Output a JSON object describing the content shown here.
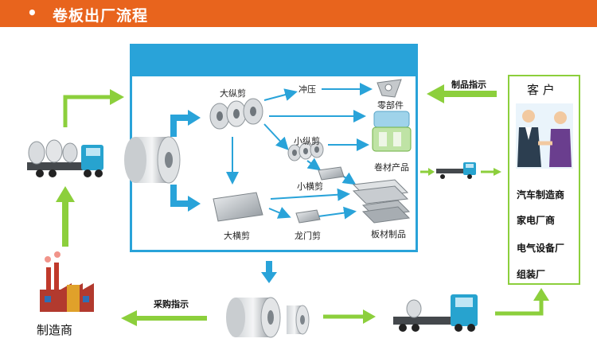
{
  "header": {
    "bullet": "•",
    "title": "卷板出厂流程"
  },
  "process": {
    "big_slitting": "大纵剪",
    "stamping": "冲压",
    "parts": "零部件",
    "small_slitting": "小纵剪",
    "coil_products": "卷材产品",
    "small_cross_cut": "小横剪",
    "big_cross_cut": "大横剪",
    "gantry_shear": "龙门剪",
    "sheet_products": "板材制品"
  },
  "flow": {
    "product_instruction": "制品指示",
    "purchase_instruction": "采购指示",
    "manufacturer": "制造商"
  },
  "customer": {
    "title": "客 户",
    "types": [
      "汽车制造商",
      "家电厂商",
      "电气设备厂",
      "组装厂"
    ]
  },
  "colors": {
    "accent": "#e8641d",
    "blue": "#29a3d9",
    "green": "#8ccf3c"
  }
}
